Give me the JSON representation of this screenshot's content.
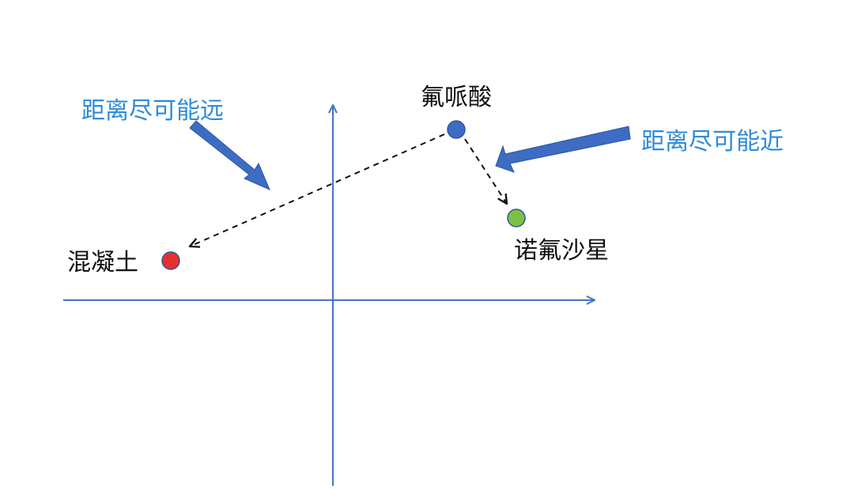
{
  "colors": {
    "axis": "#4472c4",
    "annotation": "#2e8bd8",
    "arrow_fill": "#3d6cc2",
    "dashed": "#111111"
  },
  "points": [
    {
      "id": "fluoropiperidine-acid",
      "label": "氟哌酸",
      "color": "#3d6cc2"
    },
    {
      "id": "norfloxacin",
      "label": "诺氟沙星",
      "color": "#7cc242"
    },
    {
      "id": "concrete",
      "label": "混凝土",
      "color": "#e8302a"
    }
  ],
  "annotations": {
    "far": "距离尽可能远",
    "near": "距离尽可能近"
  }
}
